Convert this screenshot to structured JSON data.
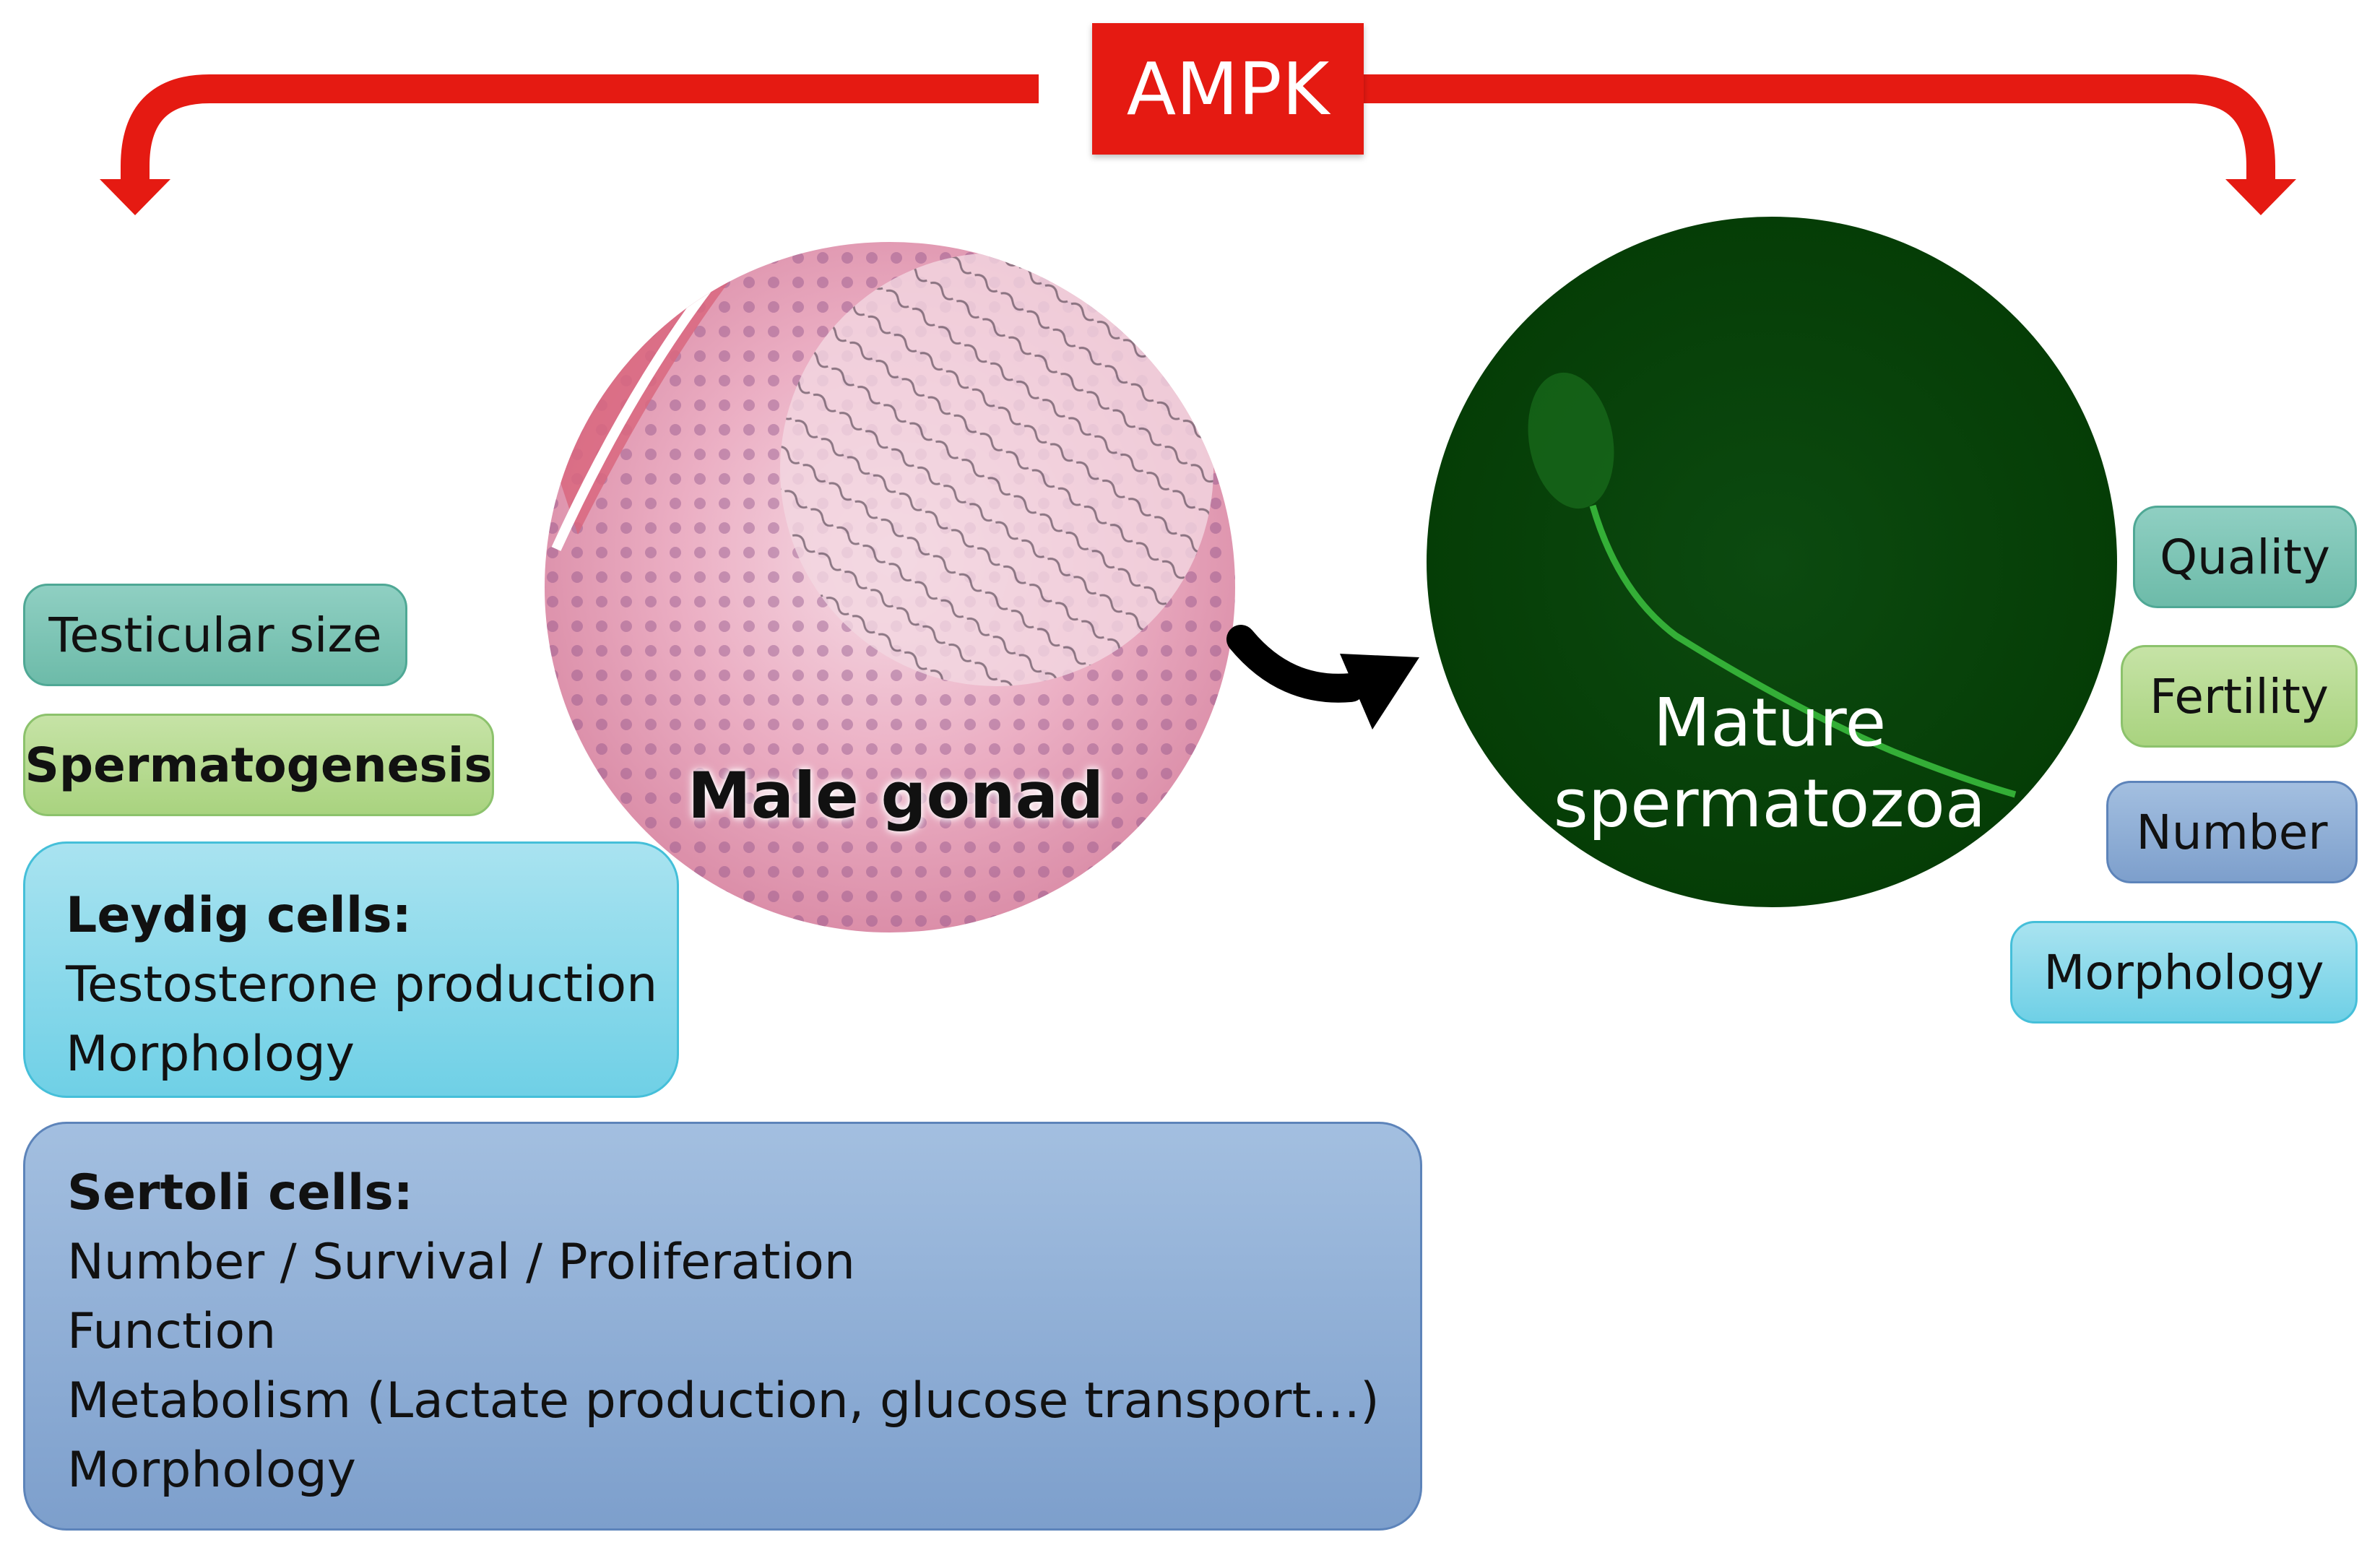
{
  "center": {
    "label": "AMPK",
    "color": "#e51a12"
  },
  "tissue": {
    "gonad_label": "Male gonad",
    "sperm_label_line1": "Mature",
    "sperm_label_line2": "spermatozoa"
  },
  "left_effects": {
    "testicular_size": "Testicular size",
    "spermatogenesis": "Spermatogenesis",
    "leydig": {
      "title": "Leydig cells:",
      "lines": [
        "Testosterone production",
        "Morphology"
      ]
    },
    "sertoli": {
      "title": "Sertoli cells:",
      "lines": [
        "Number / Survival / Proliferation",
        "Function",
        "Metabolism (Lactate production, glucose transport…)",
        "Morphology"
      ]
    }
  },
  "right_effects": [
    "Quality",
    "Fertility",
    "Number",
    "Morphology"
  ]
}
